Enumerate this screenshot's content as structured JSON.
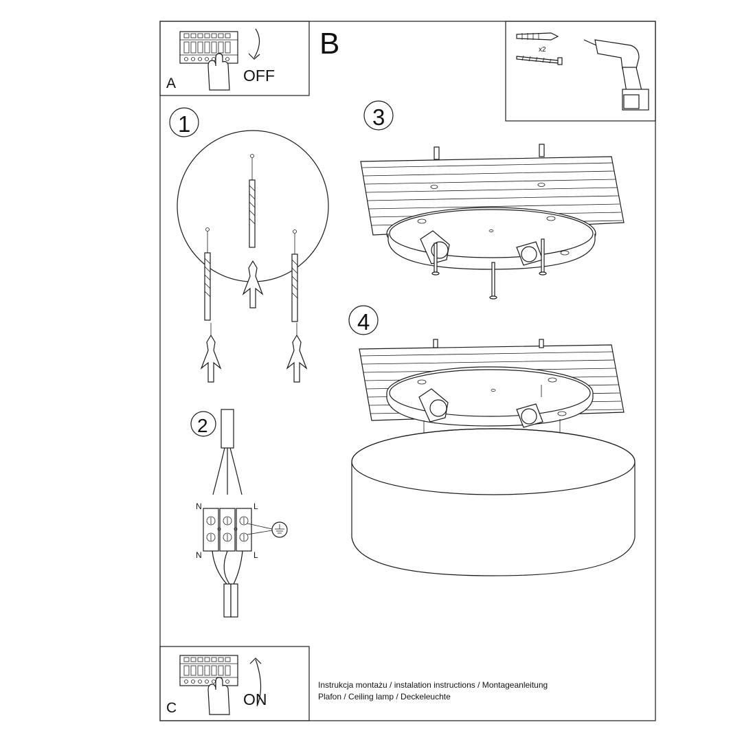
{
  "panels": {
    "a": {
      "letter": "A",
      "switch_label": "OFF"
    },
    "b": {
      "letter": "B",
      "plug_count": "x2"
    },
    "c": {
      "letter": "C",
      "switch_label": "ON"
    }
  },
  "steps": [
    {
      "number": "1"
    },
    {
      "number": "2"
    },
    {
      "number": "3"
    },
    {
      "number": "4"
    }
  ],
  "wiring": {
    "terminal_left_top": "N",
    "terminal_right_top": "L",
    "terminal_left_bottom": "N",
    "terminal_right_bottom": "L"
  },
  "footer": {
    "line1": "Instrukcja montażu / instalation instructions / Montageanleitung",
    "line2": "Plafon / Ceiling lamp / Deckeleuchte"
  }
}
